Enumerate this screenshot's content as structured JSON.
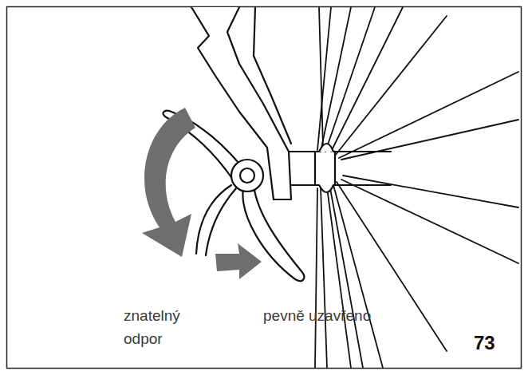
{
  "diagram": {
    "labels": [
      "znatelný odpor",
      "pevně uzavřeno",
      "73"
    ]
  }
}
